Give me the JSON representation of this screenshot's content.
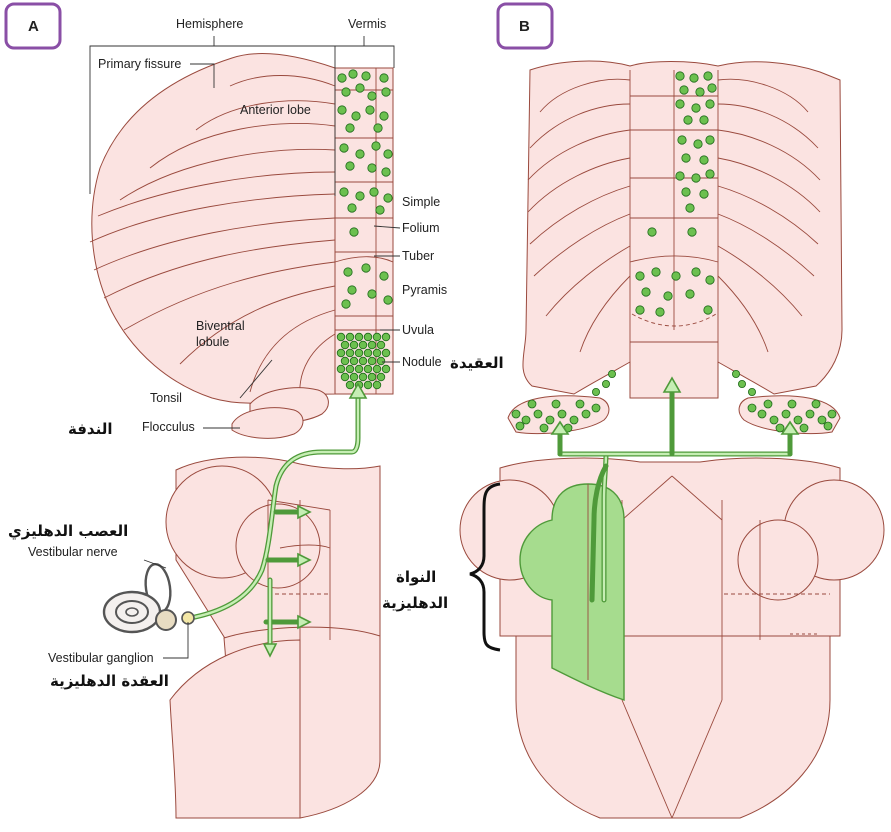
{
  "panels": {
    "a": "A",
    "b": "B"
  },
  "labels": {
    "hemisphere": "Hemisphere",
    "vermis": "Vermis",
    "primary_fissure": "Primary fissure",
    "anterior_lobe": "Anterior lobe",
    "simple": "Simple",
    "folium": "Folium",
    "tuber": "Tuber",
    "pyramis": "Pyramis",
    "uvula": "Uvula",
    "nodule": "Nodule",
    "biventral_1": "Biventral",
    "biventral_2": "lobule",
    "tonsil": "Tonsil",
    "flocculus": "Flocculus",
    "vestibular_nerve": "Vestibular nerve",
    "vestibular_ganglion": "Vestibular ganglion"
  },
  "arabic": {
    "nodule": "العقيدة",
    "flocculus": "الندفة",
    "vestibular_nerve": "العصب الدهليزي",
    "vestibular_ganglion": "العقدة الدهليزية",
    "nuclei_1": "النواة",
    "nuclei_2": "الدهليزية"
  },
  "colors": {
    "panel_border": "#8a4fa6",
    "tissue_fill": "#fbe3e1",
    "tissue_outline": "#9a4a3e",
    "pathway_green": "#4f9a3a",
    "pathway_light": "#c6eeb4",
    "nucleus_fill": "#a6dc8e"
  },
  "icons": {
    "inner_ear": "cochlea-vestibule-icon",
    "brace": "curly-brace-icon"
  }
}
